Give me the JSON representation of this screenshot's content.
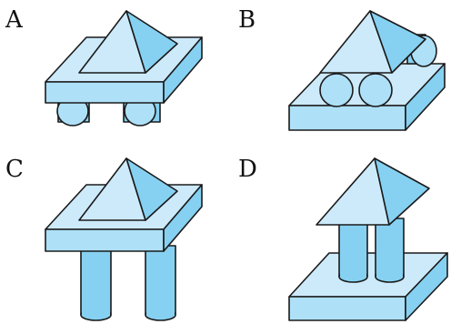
{
  "options": [
    {
      "label": "A"
    },
    {
      "label": "B"
    },
    {
      "label": "C"
    },
    {
      "label": "D"
    }
  ],
  "colors": {
    "light": "#cdeafb",
    "mid": "#aee0f8",
    "dark": "#86d1f2",
    "outline": "#1a1a1a",
    "background": "#ffffff"
  }
}
